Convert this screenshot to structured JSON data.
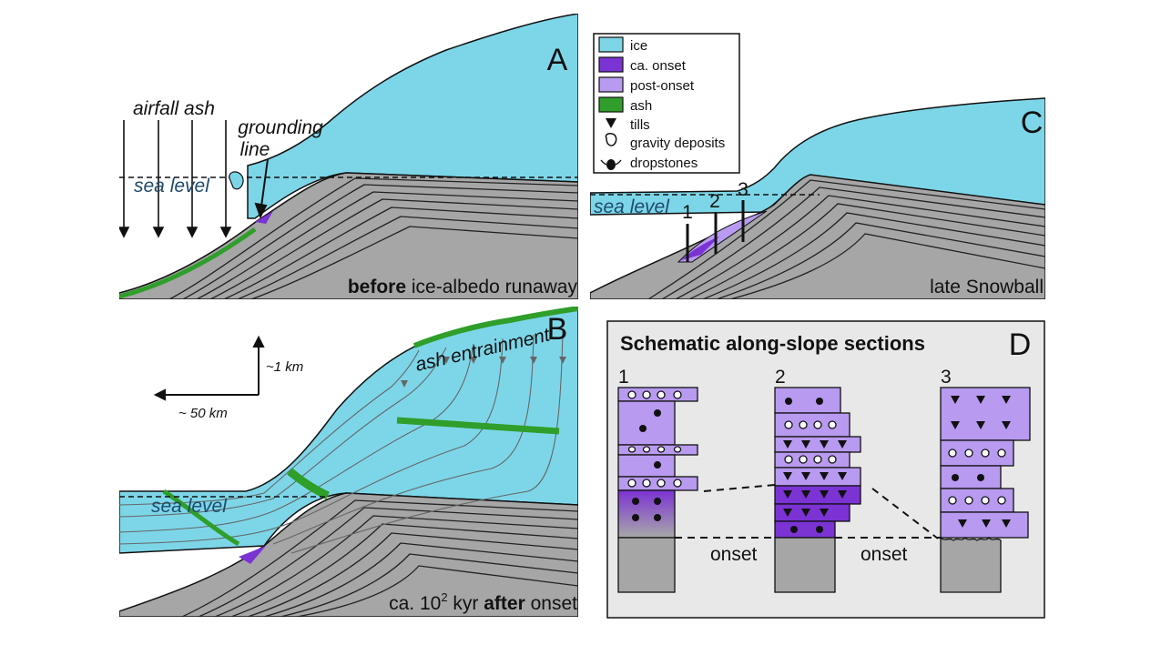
{
  "panels": {
    "A": {
      "letter": "A",
      "airfall": "airfall ash",
      "grounding_1": "grounding",
      "grounding_2": "line",
      "sea_level": "sea level",
      "caption_bold": "before",
      "caption_rest": " ice-albedo runaway"
    },
    "B": {
      "letter": "B",
      "ash_entrainment": "ash entrainment",
      "scale_vertical": "~1 km",
      "scale_horizontal": "~ 50 km",
      "sea_level": "sea level",
      "caption_pre": "ca. 10",
      "caption_sup": "2",
      "caption_mid": " kyr ",
      "caption_bold": "after",
      "caption_post": " onset"
    },
    "C": {
      "letter": "C",
      "sea_level": "sea level",
      "section_numbers": [
        "1",
        "2",
        "3"
      ],
      "caption": "late Snowball"
    },
    "D": {
      "letter": "D",
      "title": "Schematic along-slope sections",
      "column_numbers": [
        "1",
        "2",
        "3"
      ],
      "onset_label": "onset"
    }
  },
  "legend": {
    "items": [
      {
        "label": "ice",
        "symbol": "swatch",
        "color": "#7dd6e8"
      },
      {
        "label": "ca. onset",
        "symbol": "swatch",
        "color": "#7b33d4"
      },
      {
        "label": "post-onset",
        "symbol": "swatch",
        "color": "#b89af0"
      },
      {
        "label": "ash",
        "symbol": "swatch",
        "color": "#2f9e2a"
      },
      {
        "label": "tills",
        "symbol": "triangle-down-icon"
      },
      {
        "label": "gravity deposits",
        "symbol": "clast-icon"
      },
      {
        "label": "dropstones",
        "symbol": "dropstone-icon"
      }
    ]
  },
  "colors": {
    "ice": "#7dd6e8",
    "onset": "#7b33d4",
    "post_onset": "#b89af0",
    "ash": "#2f9e2a",
    "bedrock": "#a6a6a6",
    "panel_d_bg": "#e8e8e8"
  }
}
